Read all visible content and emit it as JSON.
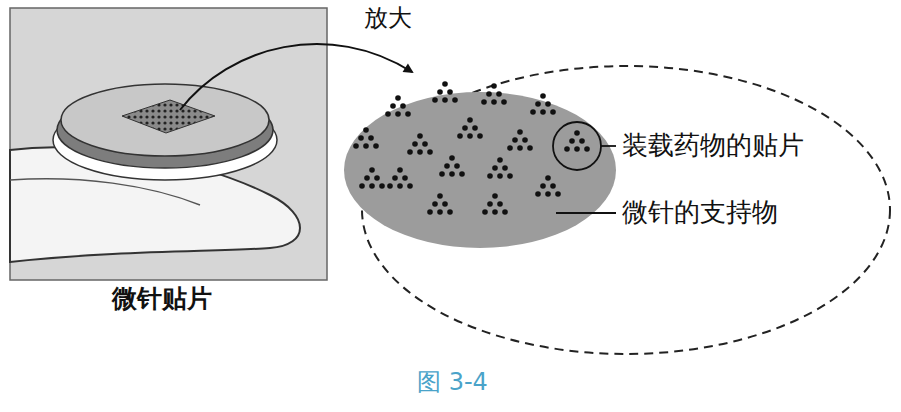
{
  "diagram": {
    "caption": "图 3-4",
    "labels": [
      "放大",
      "装载药物的贴片",
      "微针的支持物",
      "微针贴片"
    ]
  }
}
